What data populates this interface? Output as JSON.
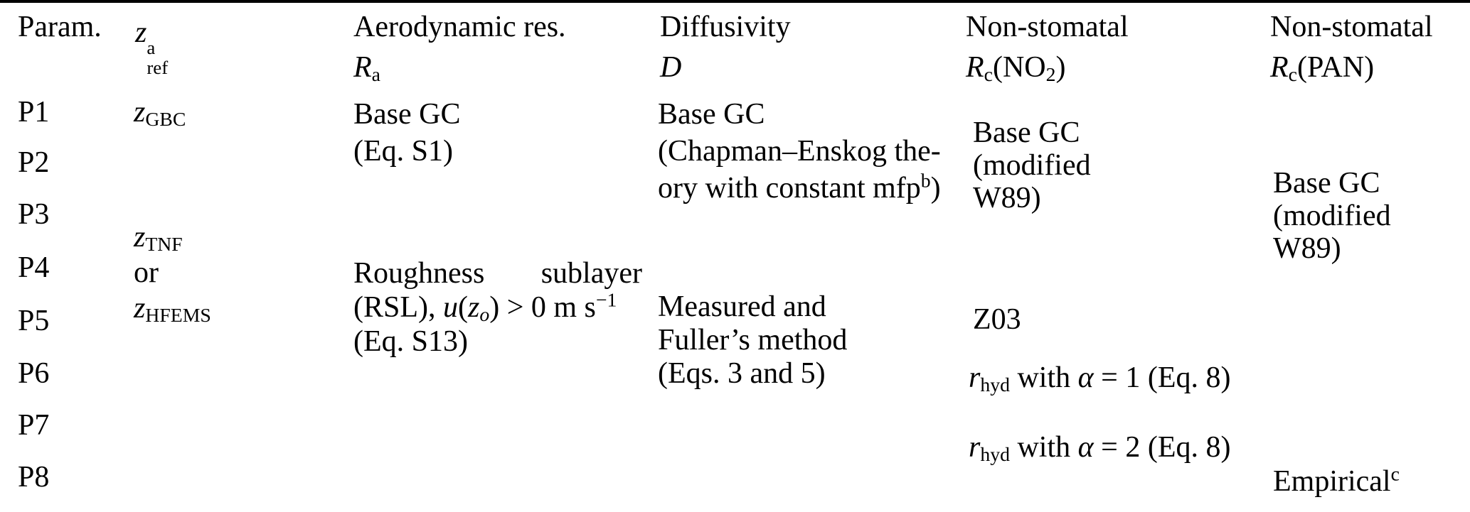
{
  "header": {
    "param": "Param.",
    "zref": {
      "base": "z",
      "sup": "a",
      "sub": "ref"
    },
    "aero": {
      "title": "Aerodynamic res.",
      "sym": "R",
      "symsub": "a"
    },
    "diff": {
      "title": "Diffusivity",
      "sym": "D"
    },
    "no2": {
      "title": "Non-stomatal",
      "sym": "R",
      "symsub": "c",
      "species_pre": "(NO",
      "species_sub": "2",
      "species_post": ")"
    },
    "pan": {
      "title": "Non-stomatal",
      "sym": "R",
      "symsub": "c",
      "species": "(PAN)"
    }
  },
  "params": [
    "P1",
    "P2",
    "P3",
    "P4",
    "P5",
    "P6",
    "P7",
    "P8"
  ],
  "zref_col": {
    "gbc": {
      "base": "z",
      "sub": "GBC"
    },
    "tnf": {
      "base": "z",
      "sub": "TNF"
    },
    "or": "or",
    "hfems": {
      "base": "z",
      "sub": "HFEMS"
    }
  },
  "aero_col": {
    "cell1": {
      "line1": "Base GC",
      "line2": "(Eq. S1)"
    },
    "cell2": {
      "w1": "Roughness",
      "w2": "sublayer",
      "l2_pre": "(RSL), ",
      "u": "u",
      "lp": "(",
      "z": "z",
      "zsub": "o",
      "l2_post": ") > 0 m s",
      "l2_sup": "−1",
      "line3": "(Eq. S13)"
    }
  },
  "diff_col": {
    "cell1": {
      "line1": "Base GC",
      "line2": "(Chapman–Enskog the-",
      "line3_pre": "ory with constant mfp",
      "line3_sup": "b",
      "line3_post": ")"
    },
    "cell2": {
      "line1": "Measured and",
      "line2": "Fuller’s method",
      "line3": "(Eqs. 3 and 5)"
    }
  },
  "no2_col": {
    "cell1": {
      "line1": "Base GC",
      "line2": "(modified",
      "line3": "W89)"
    },
    "z03": "Z03",
    "rhyd1": {
      "r": "r",
      "sub": "hyd",
      "mid": " with ",
      "alpha": "α",
      "rest": " = 1 (Eq. 8)"
    },
    "rhyd2": {
      "r": "r",
      "sub": "hyd",
      "mid": " with ",
      "alpha": "α",
      "rest": " = 2 (Eq. 8)"
    }
  },
  "pan_col": {
    "cell1": {
      "line1": "Base GC",
      "line2": "(modified",
      "line3": "W89)"
    },
    "empirical": {
      "base": "Empirical",
      "sup": "c"
    }
  }
}
